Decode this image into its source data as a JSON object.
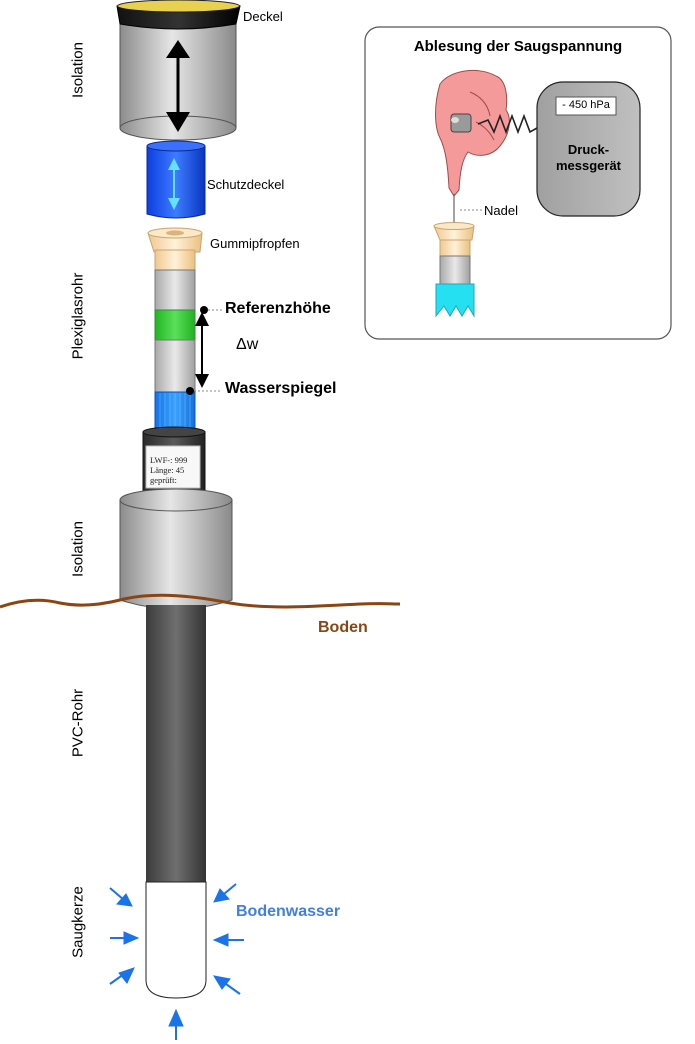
{
  "labels": {
    "deckel": "Deckel",
    "schutzdeckel": "Schutzdeckel",
    "gummipfropfen": "Gummipfropfen",
    "referenzhoehe": "Referenzhöhe",
    "delta_w": "Δw",
    "wasserspiegel": "Wasserspiegel",
    "boden": "Boden",
    "bodenwasser": "Bodenwasser",
    "nadel": "Nadel"
  },
  "side_labels": {
    "isolation_top": "Isolation",
    "plexiglasrohr": "Plexiglasrohr",
    "isolation_bottom": "Isolation",
    "pvc_rohr": "PVC-Rohr",
    "saugkerze": "Saugkerze"
  },
  "tube_tag": {
    "line1": "LWF-: 999",
    "line2": "Länge: 45",
    "line3": "geprüft:"
  },
  "inset": {
    "title": "Ablesung der Saugspannung",
    "display_value": "- 450 hPa",
    "device_line1": "Druck-",
    "device_line2": "messgerät"
  },
  "colors": {
    "boden": "#8B4513",
    "bodenwasser": "#3f7fe8",
    "arrow_blue": "#1a73e8",
    "schutzdeckel": "#1e5bff",
    "water": "#1e8cff",
    "green_band": "#3ccb3c",
    "cap_yellow": "#e8c840",
    "stopper": "#f5deb3",
    "hand": "#f49a9a"
  }
}
